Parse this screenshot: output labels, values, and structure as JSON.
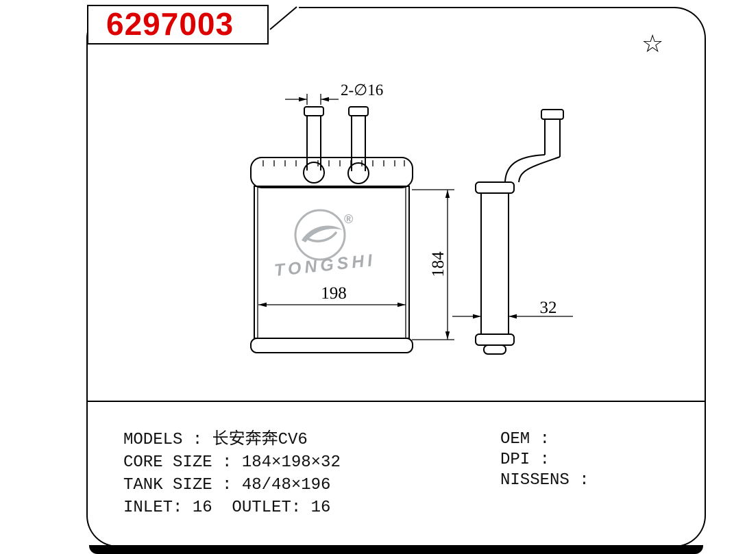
{
  "header": {
    "part_number": "6297003",
    "star_icon": "☆"
  },
  "colors": {
    "part_number_red": "#dd0000",
    "line_black": "#000000",
    "watermark_gray": "#a9adb0"
  },
  "drawing": {
    "watermark": {
      "brand": "TONGSHI",
      "registered_mark": "®"
    },
    "dimensions": {
      "pipe_callout": "2-∅16",
      "width": "198",
      "height": "184",
      "depth": "32"
    }
  },
  "specs": {
    "left_lines": [
      "MODELS : 长安奔奔CV6",
      "CORE SIZE : 184×198×32",
      "TANK SIZE : 48/48×196",
      "INLET: 16  OUTLET: 16"
    ],
    "right_lines": [
      "OEM :",
      "DPI :",
      "NISSENS :"
    ]
  }
}
